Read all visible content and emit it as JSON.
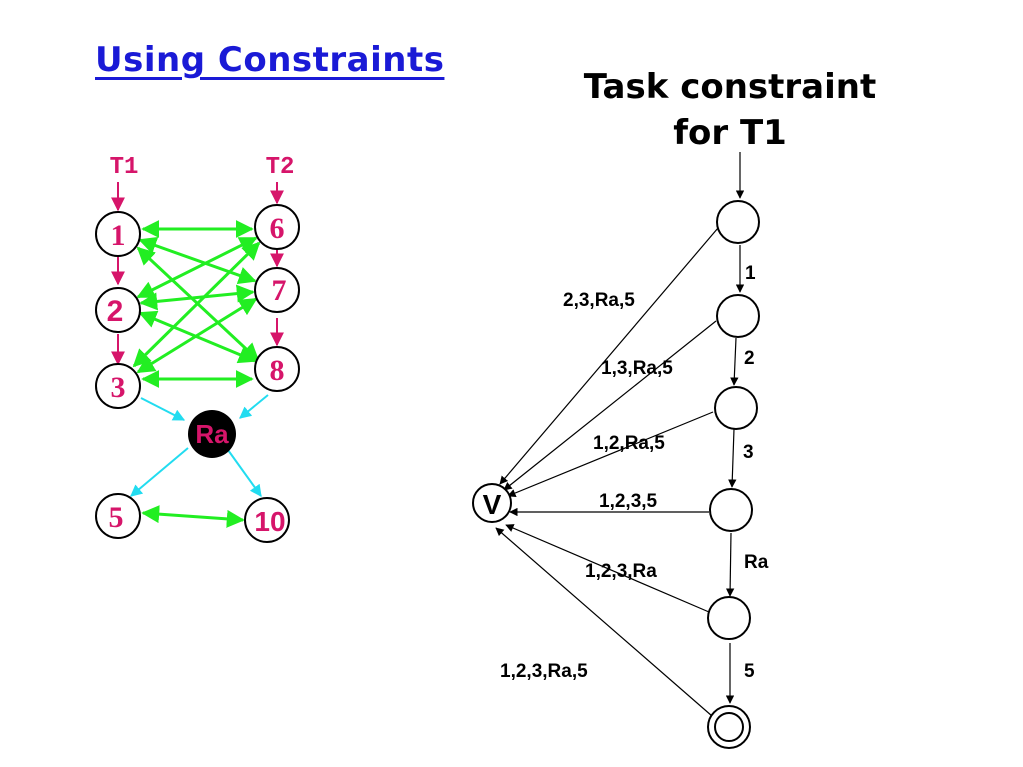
{
  "title": "Using Constraints",
  "caption_line1": "Task constraint",
  "caption_line2": "for T1",
  "colors": {
    "title": "#1a1ad6",
    "magenta": "#d6156a",
    "green": "#22ee22",
    "cyan": "#22dcf0",
    "black": "#000000"
  },
  "left_graph": {
    "task1_label": "T1",
    "task2_label": "T2",
    "nodes": [
      "1",
      "2",
      "3",
      "6",
      "7",
      "8",
      "Ra",
      "5",
      "10"
    ]
  },
  "right_graph": {
    "v_label": "V",
    "edge_labels": [
      "1",
      "2",
      "3",
      "Ra",
      "5"
    ],
    "v_edge_labels": [
      "2,3,Ra,5",
      "1,3,Ra,5",
      "1,2,Ra,5",
      "1,2,3,5",
      "1,2,3,Ra",
      "1,2,3,Ra,5"
    ]
  }
}
